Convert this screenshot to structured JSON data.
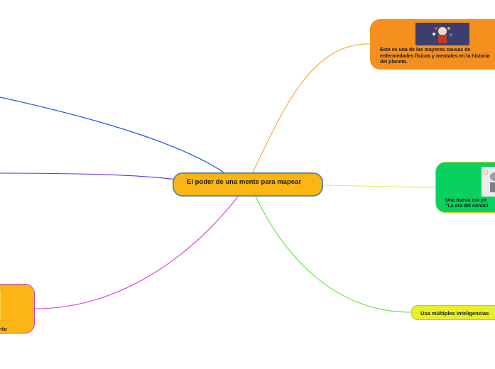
{
  "map": {
    "central_title": "El poder de una mente para mapear",
    "branches": [
      {
        "id": "causas",
        "text": "Esta es una de las mayores causas de enfermedades físicas y mentales en la historia del planeta.",
        "color": "#f58f1e"
      },
      {
        "id": "era",
        "text_line1": "Una nueva era  ya ",
        "text_line2": "\"La era del conoci",
        "color": "#08d15f"
      },
      {
        "id": "inteligencias",
        "text": "Usa múltiples inteligencias",
        "color": "#e8ee28"
      },
      {
        "id": "crecimiento",
        "text": "cimiento",
        "color": "#fbb515"
      }
    ],
    "connector_colors": {
      "blue": "#1f5fe0",
      "purple": "#6a2be0",
      "magenta": "#e03ad6",
      "orange": "#f5a53c",
      "yellow": "#e4ea5a",
      "green": "#5fe23a"
    }
  }
}
